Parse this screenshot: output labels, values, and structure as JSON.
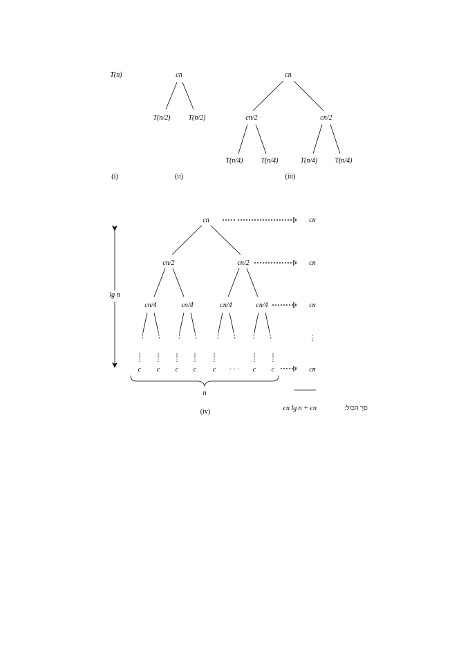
{
  "panel_i": {
    "root": "T(n)",
    "caption": "(i)"
  },
  "panel_ii": {
    "root": "cn",
    "children": [
      "T(n/2)",
      "T(n/2)"
    ],
    "caption": "(ii)"
  },
  "panel_iii": {
    "root": "cn",
    "level1": [
      "cn/2",
      "cn/2"
    ],
    "level2": [
      "T(n/4)",
      "T(n/4)",
      "T(n/4)",
      "T(n/4)"
    ],
    "caption": "(iii)"
  },
  "panel_iv": {
    "root": "cn",
    "level1": [
      "cn/2",
      "cn/2"
    ],
    "level2": [
      "cn/4",
      "cn/4",
      "cn/4",
      "cn/4"
    ],
    "leaves": [
      "c",
      "c",
      "c",
      "c",
      "c",
      "c",
      "c"
    ],
    "leaf_ellipsis": "· · ·",
    "height_label": "lg n",
    "width_label": "n",
    "level_costs": [
      "cn",
      "cn",
      "cn",
      "cn"
    ],
    "vertical_ellipsis": "⋮",
    "total_label": "סך הכול:",
    "total_value": "cn lg n + cn",
    "caption": "(iv)"
  }
}
